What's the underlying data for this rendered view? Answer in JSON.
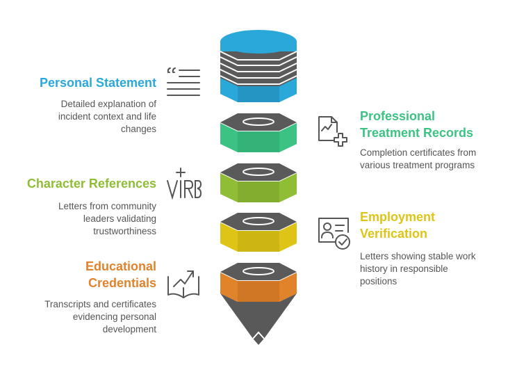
{
  "items": [
    {
      "title": "Personal Statement",
      "description": "Detailed explanation of\nincident context and life\nchanges",
      "color": "#2aa8da",
      "icon": "quote-lines-icon"
    },
    {
      "title": "Professional\nTreatment Records",
      "description": "Completion certificates from\nvarious treatment programs",
      "color": "#3cc383",
      "icon": "medical-chart-icon"
    },
    {
      "title": "Character References",
      "description": "Letters from community\nleaders validating\ntrustworthiness",
      "color": "#8fbd36",
      "icon": "signature-icon"
    },
    {
      "title": "Employment\nVerification",
      "description": "Letters showing stable work\nhistory in responsible\npositions",
      "color": "#ddc416",
      "icon": "verified-id-card-icon"
    },
    {
      "title": "Educational\nCredentials",
      "description": "Transcripts and certificates\nevidencing personal\ndevelopment",
      "color": "#e0832b",
      "icon": "book-growth-icon"
    }
  ],
  "colors": {
    "cap": "#5a5a5a",
    "cone": "#595959",
    "icon_stroke": "#555555"
  }
}
